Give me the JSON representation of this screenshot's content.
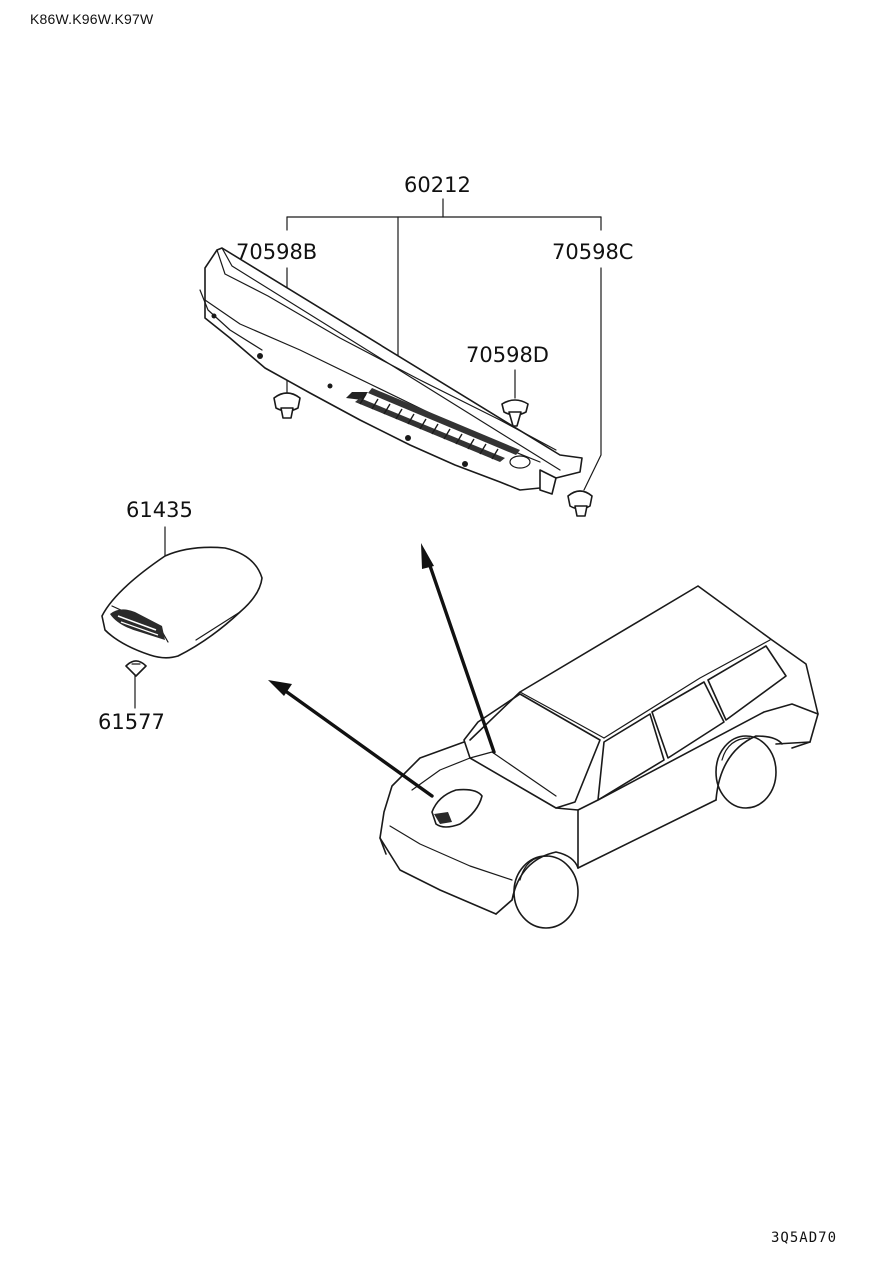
{
  "header": {
    "model_codes": "K86W.K96W.K97W"
  },
  "footer": {
    "reference_code": "3Q5AD70"
  },
  "callouts": {
    "cowl_panel": "60212",
    "clip_b": "70598B",
    "clip_c": "70598C",
    "clip_d": "70598D",
    "hood_scoop": "61435",
    "scoop_fastener": "61577"
  },
  "colors": {
    "line": "#1a1a1a",
    "background": "#ffffff"
  }
}
